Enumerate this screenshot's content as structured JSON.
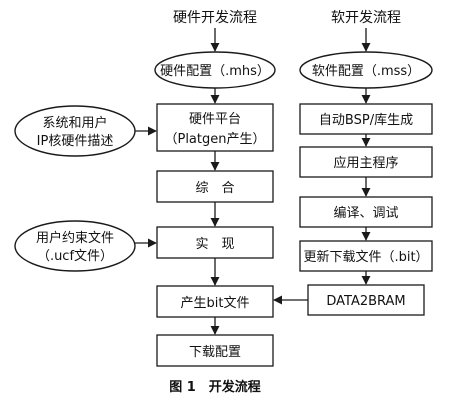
{
  "hardware": {
    "heading": "硬件开发流程",
    "mhs": "硬件配置（.mhs）",
    "platform": [
      "硬件平台",
      "（Platgen产生）"
    ],
    "synthesis": "综　合",
    "implement": "实　现",
    "bitfile": "产生bit文件",
    "download": "下载配置"
  },
  "inputs": {
    "ip": [
      "系统和用户",
      "IP核硬件描述"
    ],
    "ucf": [
      "用户约束文件",
      "（.ucf文件）"
    ]
  },
  "software": {
    "heading": "软开发流程",
    "mss": "软件配置（.mss）",
    "bsp": "自动BSP/库生成",
    "app": "应用主程序",
    "compile": "编译、调试",
    "update": "更新下载文件（.bit）",
    "data2bram": "DATA2BRAM"
  },
  "caption": "图 1　开发流程"
}
